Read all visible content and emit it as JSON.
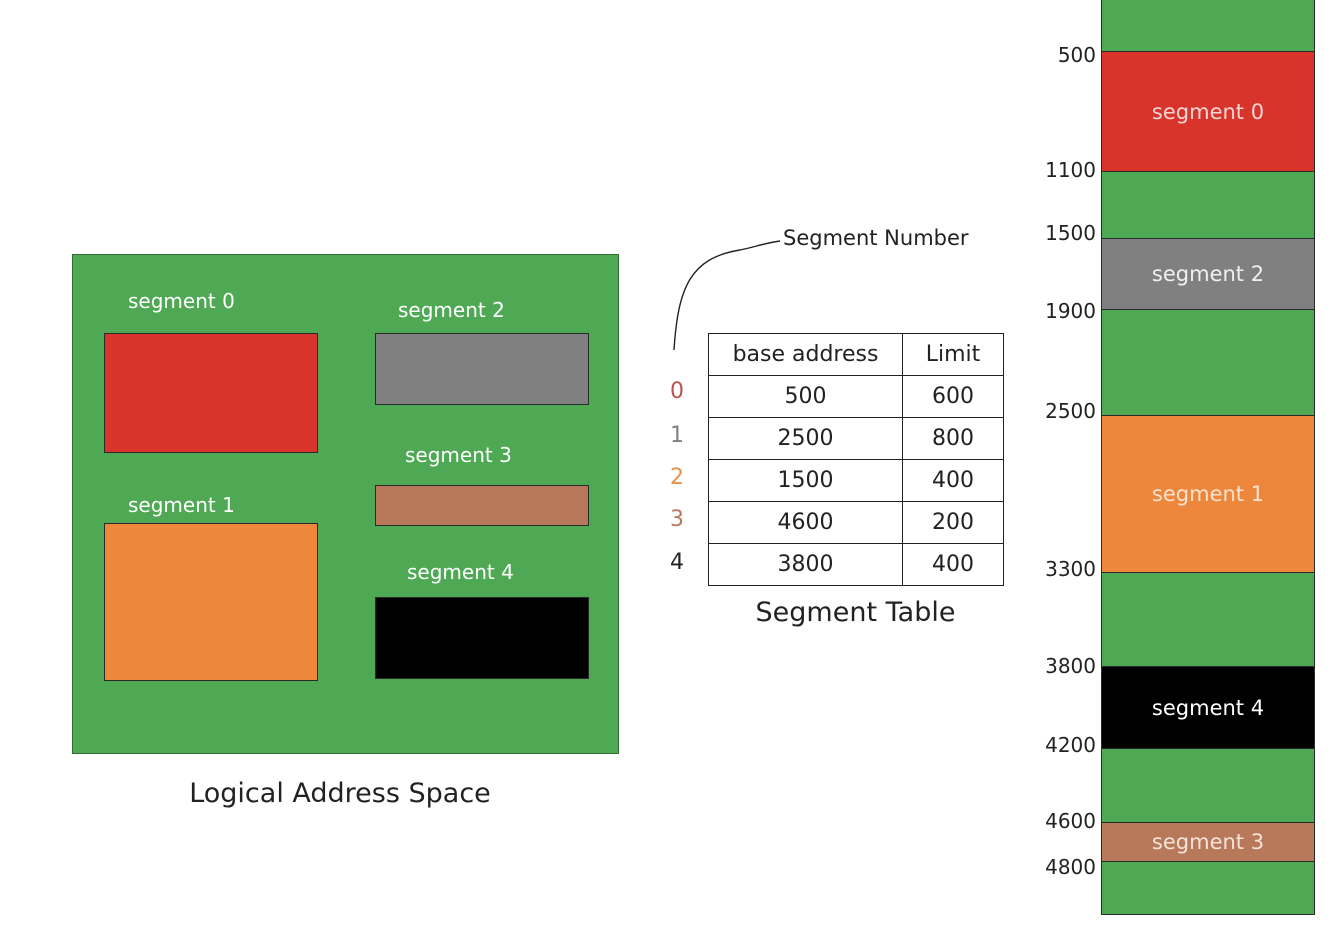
{
  "logical_space": {
    "caption": "Logical Address Space",
    "segments": [
      {
        "label": "segment 0",
        "color": "#d9342b"
      },
      {
        "label": "segment 1",
        "color": "#ed873c"
      },
      {
        "label": "segment 2",
        "color": "#808080"
      },
      {
        "label": "segment 3",
        "color": "#b7795a"
      },
      {
        "label": "segment 4",
        "color": "#000000"
      }
    ],
    "background_color": "#4fa954"
  },
  "segment_number_label": "Segment Number",
  "segment_table": {
    "caption": "Segment Table",
    "headers": [
      "base address",
      "Limit"
    ],
    "rows": [
      {
        "index": "0",
        "index_color": "#c0504d",
        "base": "500",
        "limit": "600"
      },
      {
        "index": "1",
        "index_color": "#808080",
        "base": "2500",
        "limit": "800"
      },
      {
        "index": "2",
        "index_color": "#e8914a",
        "base": "1500",
        "limit": "400"
      },
      {
        "index": "3",
        "index_color": "#b7795a",
        "base": "4600",
        "limit": "200"
      },
      {
        "index": "4",
        "index_color": "#222222",
        "base": "3800",
        "limit": "400"
      }
    ]
  },
  "physical_memory": {
    "addresses": [
      "500",
      "1100",
      "1500",
      "1900",
      "2500",
      "3300",
      "3800",
      "4200",
      "4600",
      "4800"
    ],
    "blocks": [
      {
        "label": "segment 0",
        "color": "#d9342b"
      },
      {
        "label": "segment 2",
        "color": "#808080"
      },
      {
        "label": "segment 1",
        "color": "#ed873c"
      },
      {
        "label": "segment 4",
        "color": "#000000"
      },
      {
        "label": "segment 3",
        "color": "#b7795a"
      }
    ]
  }
}
